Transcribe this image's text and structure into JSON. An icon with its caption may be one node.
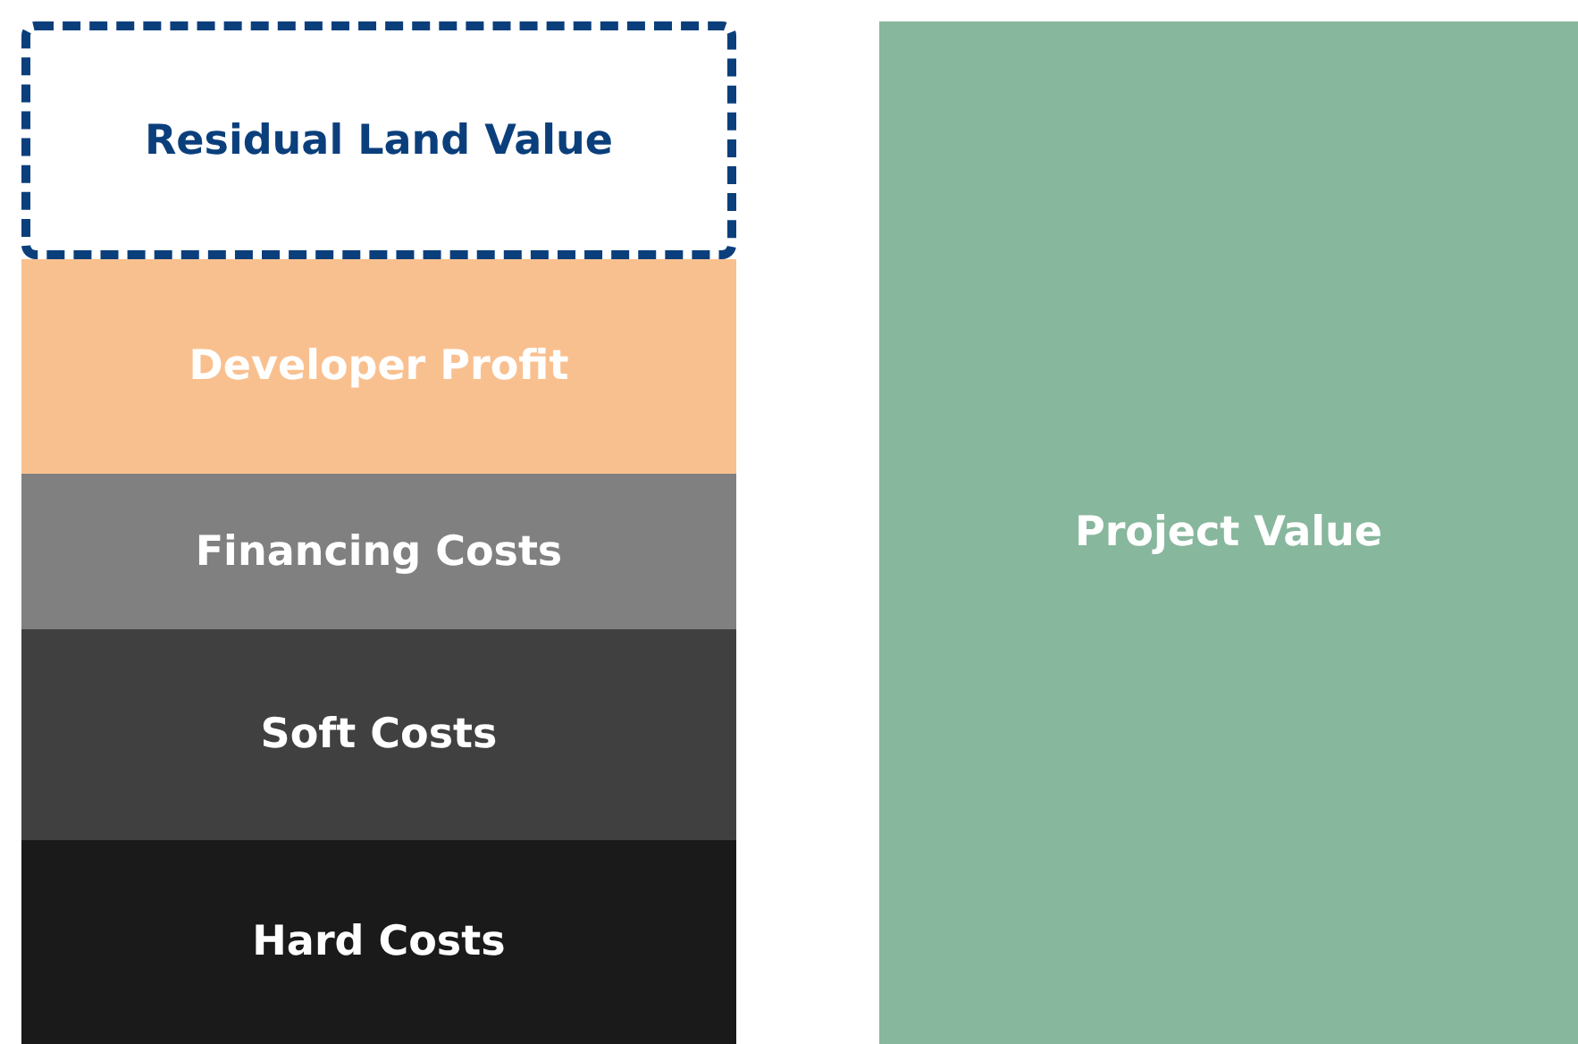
{
  "diagram": {
    "nodes": [
      {
        "text": [
          "Residual Land Value"
        ]
      },
      {
        "text": [
          "Developer Profit"
        ]
      },
      {
        "text": [
          "Financing Costs"
        ]
      },
      {
        "text": [
          "Soft Costs"
        ]
      },
      {
        "text": [
          "Hard Costs"
        ]
      },
      {
        "text": [
          "Project Value"
        ]
      }
    ],
    "edges": []
  }
}
